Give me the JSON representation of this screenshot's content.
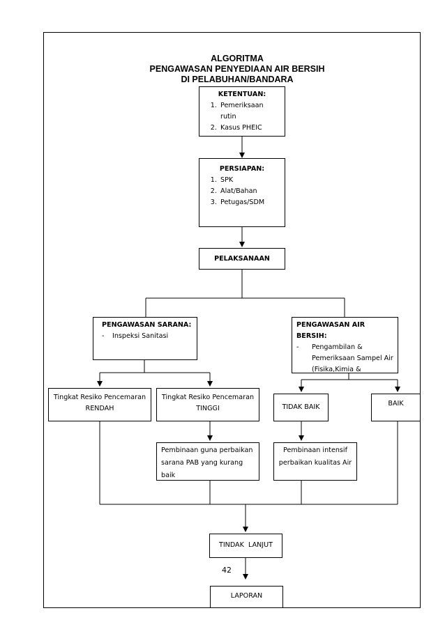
{
  "title": {
    "line1": "ALGORITMA",
    "line2": "PENGAWASAN PENYEDIAAN AIR BERSIH",
    "line3": "DI PELABUHAN/BANDARA"
  },
  "ketentuan": {
    "heading": "KETENTUAN:",
    "items": [
      "Pemeriksaan rutin",
      "Kasus PHEIC"
    ]
  },
  "persiapan": {
    "heading": "PERSIAPAN:",
    "items": [
      "SPK",
      "Alat/Bahan",
      "Petugas/SDM"
    ]
  },
  "pelaksanaan": {
    "label": "PELAKSANAAN"
  },
  "pengawasan_sarana": {
    "heading": "PENGAWASAN SARANA:",
    "bullet": "-",
    "item": "Inspeksi Sanitasi"
  },
  "pengawasan_air": {
    "heading": "PENGAWASAN AIR BERSIH:",
    "bullet": "-",
    "item": "Pengambilan & Pemeriksaan Sampel Air (Fisika,Kimia & Bakteriologi)"
  },
  "risiko_rendah": {
    "line1": "Tingkat Resiko Pencemaran",
    "line2": "RENDAH"
  },
  "risiko_tinggi": {
    "line1": "Tingkat Resiko Pencemaran",
    "line2": "TINGGI"
  },
  "tidak_baik": {
    "label": "TIDAK BAIK"
  },
  "baik": {
    "label": "BAIK"
  },
  "pembinaan_sarana": {
    "text": "Pembinaan guna perbaikan sarana PAB yang kurang baik"
  },
  "pembinaan_air": {
    "text": "Pembinaan intensif perbaikan kualitas Air"
  },
  "tindak_lanjut": {
    "label": "TINDAK  LANJUT"
  },
  "laporan": {
    "label": "LAPORAN"
  },
  "page_number": "42"
}
